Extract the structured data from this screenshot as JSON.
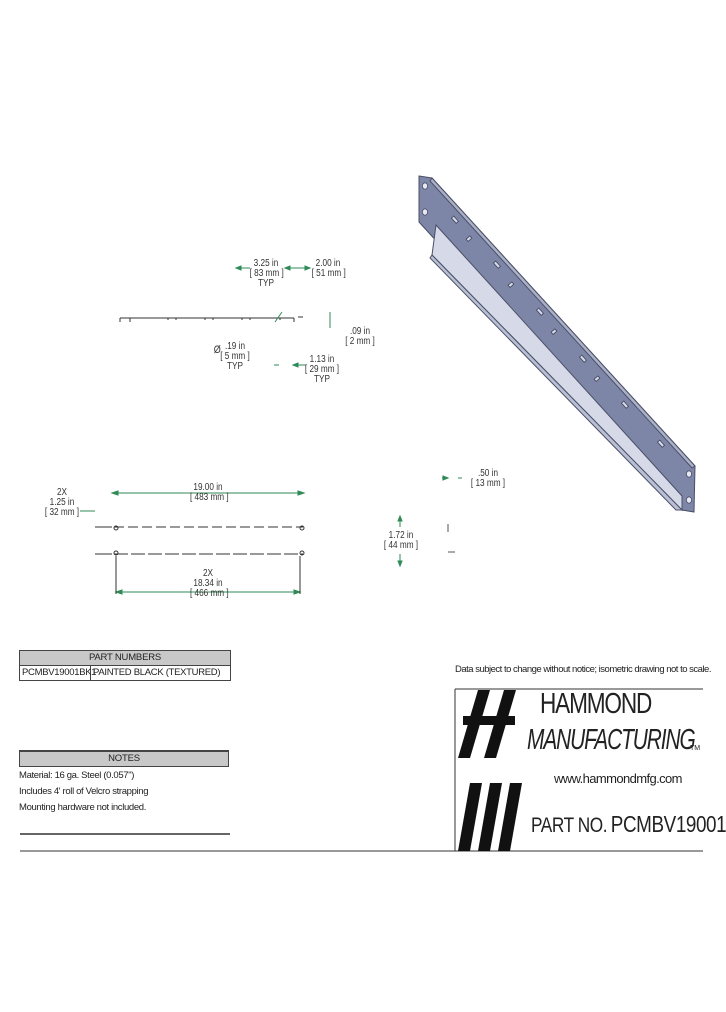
{
  "dims": {
    "d1": "3.25 in",
    "d1mm": "[ 83 mm ]",
    "d2": "2.00 in",
    "d2mm": "[ 51 mm ]",
    "typ1": "TYP",
    "d3": ".09 in",
    "d3mm": "[ 2 mm ]",
    "d4_prefix": "Ø",
    "d4": ".19 in",
    "d4mm": "[ 5 mm ]",
    "typ2": "TYP",
    "d5": "1.13 in",
    "d5mm": "[ 29 mm ]",
    "typ3": "TYP",
    "d6": ".50 in",
    "d6mm": "[ 13 mm ]",
    "d7a": "2X",
    "d7": "1.25 in",
    "d7mm": "[ 32 mm ]",
    "d8": "19.00 in",
    "d8mm": "[ 483 mm ]",
    "d9": "1.72 in",
    "d9mm": "[ 44 mm ]",
    "d10a": "2X",
    "d10": "18.34 in",
    "d10mm": "[ 466 mm ]"
  },
  "part_numbers": {
    "header": "PART NUMBERS",
    "rows": [
      {
        "pn": "PCMBV19001BK1",
        "desc": "PAINTED BLACK (TEXTURED)"
      }
    ]
  },
  "notes": {
    "header": "NOTES",
    "lines": [
      "Material: 16 ga. Steel (0.057\")",
      "Includes 4' roll of Velcro strapping",
      "Mounting hardware not included."
    ]
  },
  "disclaimer": "Data subject to change without notice; isometric drawing not to scale.",
  "title_block": {
    "brand_line1": "HAMMOND",
    "brand_line2": "MANUFACTURING",
    "tm": "TM",
    "website": "www.hammondmfg.com",
    "part_label": "PART NO.",
    "part_number": "PCMBV19001"
  },
  "colors": {
    "panel": "#7e86a8",
    "panel_light": "#d6dae8",
    "dim_line": "#2e8b57",
    "table_header": "#c8c8c8"
  }
}
